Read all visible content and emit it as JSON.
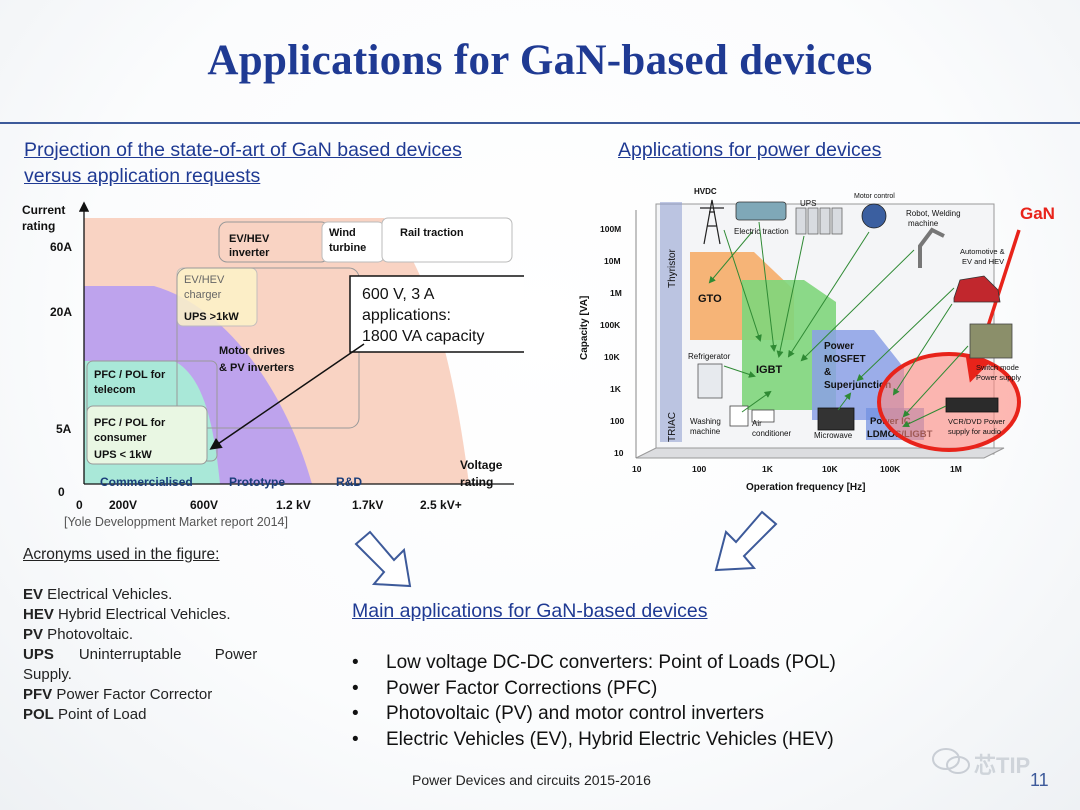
{
  "title": "Applications for GaN-based devices",
  "left": {
    "heading_line1": "Projection of the state-of-art of GaN based devices",
    "heading_line2": "versus application requests",
    "citation": "[Yole Developpment  Market report 2014]",
    "chart": {
      "y_axis_title_1": "Current",
      "y_axis_title_2": "rating",
      "y_ticks": [
        "60A",
        "20A",
        "5A",
        "0"
      ],
      "x_ticks": [
        "0",
        "200V",
        "600V",
        "1.2 kV",
        "1.7kV",
        "2.5 kV+"
      ],
      "x_axis_title_1": "Voltage",
      "x_axis_title_2": "rating",
      "regions": [
        "Commercialised",
        "Prototype",
        "R&D"
      ],
      "applications": {
        "ev_inverter_1": "EV/HEV",
        "ev_inverter_2": "inverter",
        "wind_1": "Wind",
        "wind_2": "turbine",
        "rail": "Rail traction",
        "ev_charger_1": "EV/HEV",
        "ev_charger_2": "charger",
        "ups_1kw": "UPS  >1kW",
        "motor_1": "Motor drives",
        "motor_2": "& PV inverters",
        "pfc_telecom_1": "PFC / POL for",
        "pfc_telecom_2": "telecom",
        "pfc_consumer_1": "PFC / POL for",
        "pfc_consumer_2": "consumer",
        "ups_small": "UPS  < 1kW"
      },
      "callout_1": "600 V, 3 A",
      "callout_2": "applications:",
      "callout_3": "1800 VA capacity"
    }
  },
  "right": {
    "heading": "Applications for power devices",
    "gan_label": "GaN",
    "chart": {
      "y_axis_title": "Capacity [VA]",
      "y_ticks": [
        "100M",
        "10M",
        "1M",
        "100K",
        "10K",
        "1K",
        "100",
        "10"
      ],
      "x_axis_title": "Operation frequency [Hz]",
      "x_ticks": [
        "10",
        "100",
        "1K",
        "10K",
        "100K",
        "1M"
      ],
      "thyristor": "Thyristor",
      "triac": "TRIAC",
      "gto": "GTO",
      "igbt": "IGBT",
      "mosfet_1": "Power",
      "mosfet_2": "MOSFET",
      "mosfet_3": "&",
      "mosfet_4": "Superjunction",
      "ldmos_1": "Power IC",
      "ldmos_2": "LDMOS/LIGBT",
      "apps": {
        "hvdc": "HVDC",
        "electric_traction": "Electric traction",
        "ups": "UPS",
        "motor_control": "Motor control",
        "robot_1": "Robot, Welding",
        "robot_2": "machine",
        "automotive_1": "Automotive &",
        "automotive_2": "EV and HEV",
        "refrigerator": "Refrigerator",
        "smps_1": "Switch mode",
        "smps_2": "Power supply",
        "washing_1": "Washing",
        "washing_2": "machine",
        "aircon_1": "Air",
        "aircon_2": "conditioner",
        "microwave": "Microwave",
        "vcr_1": "VCR/DVD Power",
        "vcr_2": "supply for audio"
      }
    }
  },
  "acronyms": {
    "heading": "Acronyms used in the figure:",
    "items": [
      {
        "abbr": "EV",
        "text": " Electrical Vehicles."
      },
      {
        "abbr": "HEV",
        "text": " Hybrid Electrical Vehicles."
      },
      {
        "abbr": "PV",
        "text": " Photovoltaic."
      },
      {
        "abbr": "UPS",
        "text": "      Uninterruptable        Power"
      },
      {
        "abbr": "",
        "text": "Supply."
      },
      {
        "abbr": "PFV",
        "text": " Power Factor Corrector"
      },
      {
        "abbr": "POL",
        "text": " Point of Load"
      }
    ]
  },
  "main_apps": {
    "heading": "Main applications for GaN-based devices",
    "bullet_symbol": "•",
    "items": [
      "Low voltage DC-DC converters: Point of Loads (POL)",
      "Power Factor Corrections (PFC)",
      "Photovoltaic (PV) and motor control inverters",
      "Electric Vehicles (EV), Hybrid Electric Vehicles (HEV)"
    ]
  },
  "footer": "Power Devices and circuits 2015-2016",
  "page_number": "11",
  "watermark": "芯TIP",
  "colors": {
    "title": "#1f3a93",
    "commercialised": "#a9e8d8",
    "prototype": "#b79df2",
    "rnd": "#f8cbb8",
    "gto": "#f6a860",
    "igbt": "#7fd67b",
    "mosfet": "#8ba0e6",
    "gan_highlight": "#ff3b2f"
  }
}
